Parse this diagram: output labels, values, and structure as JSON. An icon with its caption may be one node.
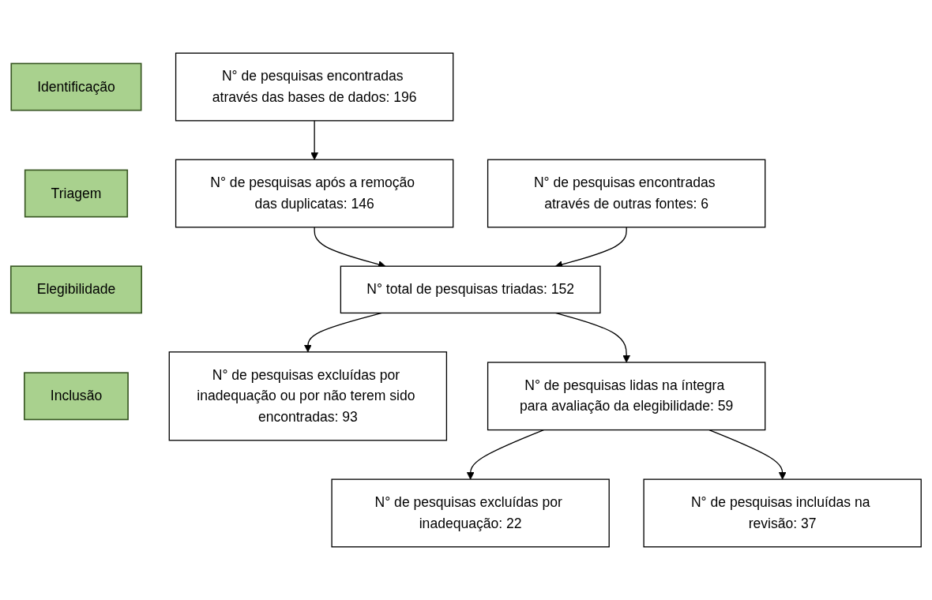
{
  "diagram": {
    "nodes": [
      {
        "text": [
          "Identificação"
        ]
      },
      {
        "text": [
          "Triagem"
        ]
      },
      {
        "text": [
          "Elegibilidade"
        ]
      },
      {
        "text": [
          "Inclusão"
        ]
      },
      {
        "text": [
          "N° de pesquisas encontradas através das bases de dados: 196"
        ]
      },
      {
        "text": [
          "N° de pesquisas encontradas através de outras fontes: 6"
        ]
      },
      {
        "text": [
          "N° de pesquisas após a remoção das duplicatas: 146"
        ]
      },
      {
        "text": [
          "N° total de pesquisas triadas: 152"
        ]
      },
      {
        "text": [
          "N° de pesquisas excluídas por inadequação ou por não terem sido encontradas: 93"
        ]
      },
      {
        "text": [
          "N° de pesquisas lidas na íntegra para avaliação da elegibilidade: 59"
        ]
      },
      {
        "text": [
          "N° de pesquisas excluídas por inadequação: 22"
        ]
      },
      {
        "text": [
          "N° de pesquisas incluídas na revisão: 37"
        ]
      }
    ],
    "edges": [
      {
        "from": 4,
        "to": 6,
        "arrow": "to"
      },
      {
        "from": 6,
        "to": 7,
        "arrow": "to"
      },
      {
        "from": 5,
        "to": 7,
        "arrow": "to"
      },
      {
        "from": 7,
        "to": 8,
        "arrow": "to"
      },
      {
        "from": 7,
        "to": 9,
        "arrow": "to"
      },
      {
        "from": 9,
        "to": 10,
        "arrow": "to"
      },
      {
        "from": 9,
        "to": 11,
        "arrow": "to"
      }
    ]
  }
}
